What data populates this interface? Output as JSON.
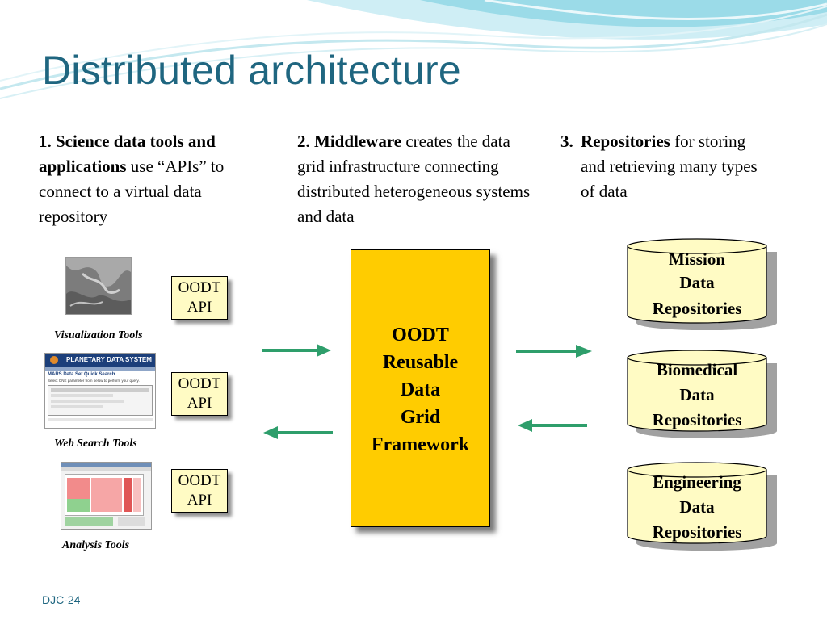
{
  "title": "Distributed architecture",
  "columns": {
    "col1": {
      "bold": "1. Science data tools and applications",
      "text": " use “APIs” to connect to a virtual data repository"
    },
    "col2": {
      "bold": "2. Middleware",
      "text": " creates the data grid infrastructure connecting distributed heterogeneous systems and data"
    },
    "col3": {
      "number": "3.",
      "bold": "Repositories",
      "text": " for storing and retrieving many types of data"
    }
  },
  "tools": [
    {
      "caption": "Visualization Tools"
    },
    {
      "caption": "Web Search Tools",
      "screenshot_header": "PLANETARY DATA SYSTEM",
      "screenshot_subtitle": "MARS Data Set Quick Search",
      "screenshot_text": "Select ONE parameter from below to perform your query."
    },
    {
      "caption": "Analysis Tools"
    }
  ],
  "api_boxes": [
    {
      "line1": "OODT",
      "line2": "API"
    },
    {
      "line1": "OODT",
      "line2": "API"
    },
    {
      "line1": "OODT",
      "line2": "API"
    }
  ],
  "grid": {
    "lines": [
      "OODT",
      "Reusable",
      "Data",
      "Grid",
      "Framework"
    ]
  },
  "repositories": [
    {
      "lines": [
        "Mission",
        "Data",
        "Repositories"
      ]
    },
    {
      "lines": [
        "Biomedical",
        "Data",
        "Repositories"
      ]
    },
    {
      "lines": [
        "Engineering",
        "Data",
        "Repositories"
      ]
    }
  ],
  "colors": {
    "title": "#1f6680",
    "arrow": "#2e9e6b",
    "grid_fill": "#ffcc00",
    "box_fill": "#fffbc4"
  },
  "footer": "DJC-24"
}
